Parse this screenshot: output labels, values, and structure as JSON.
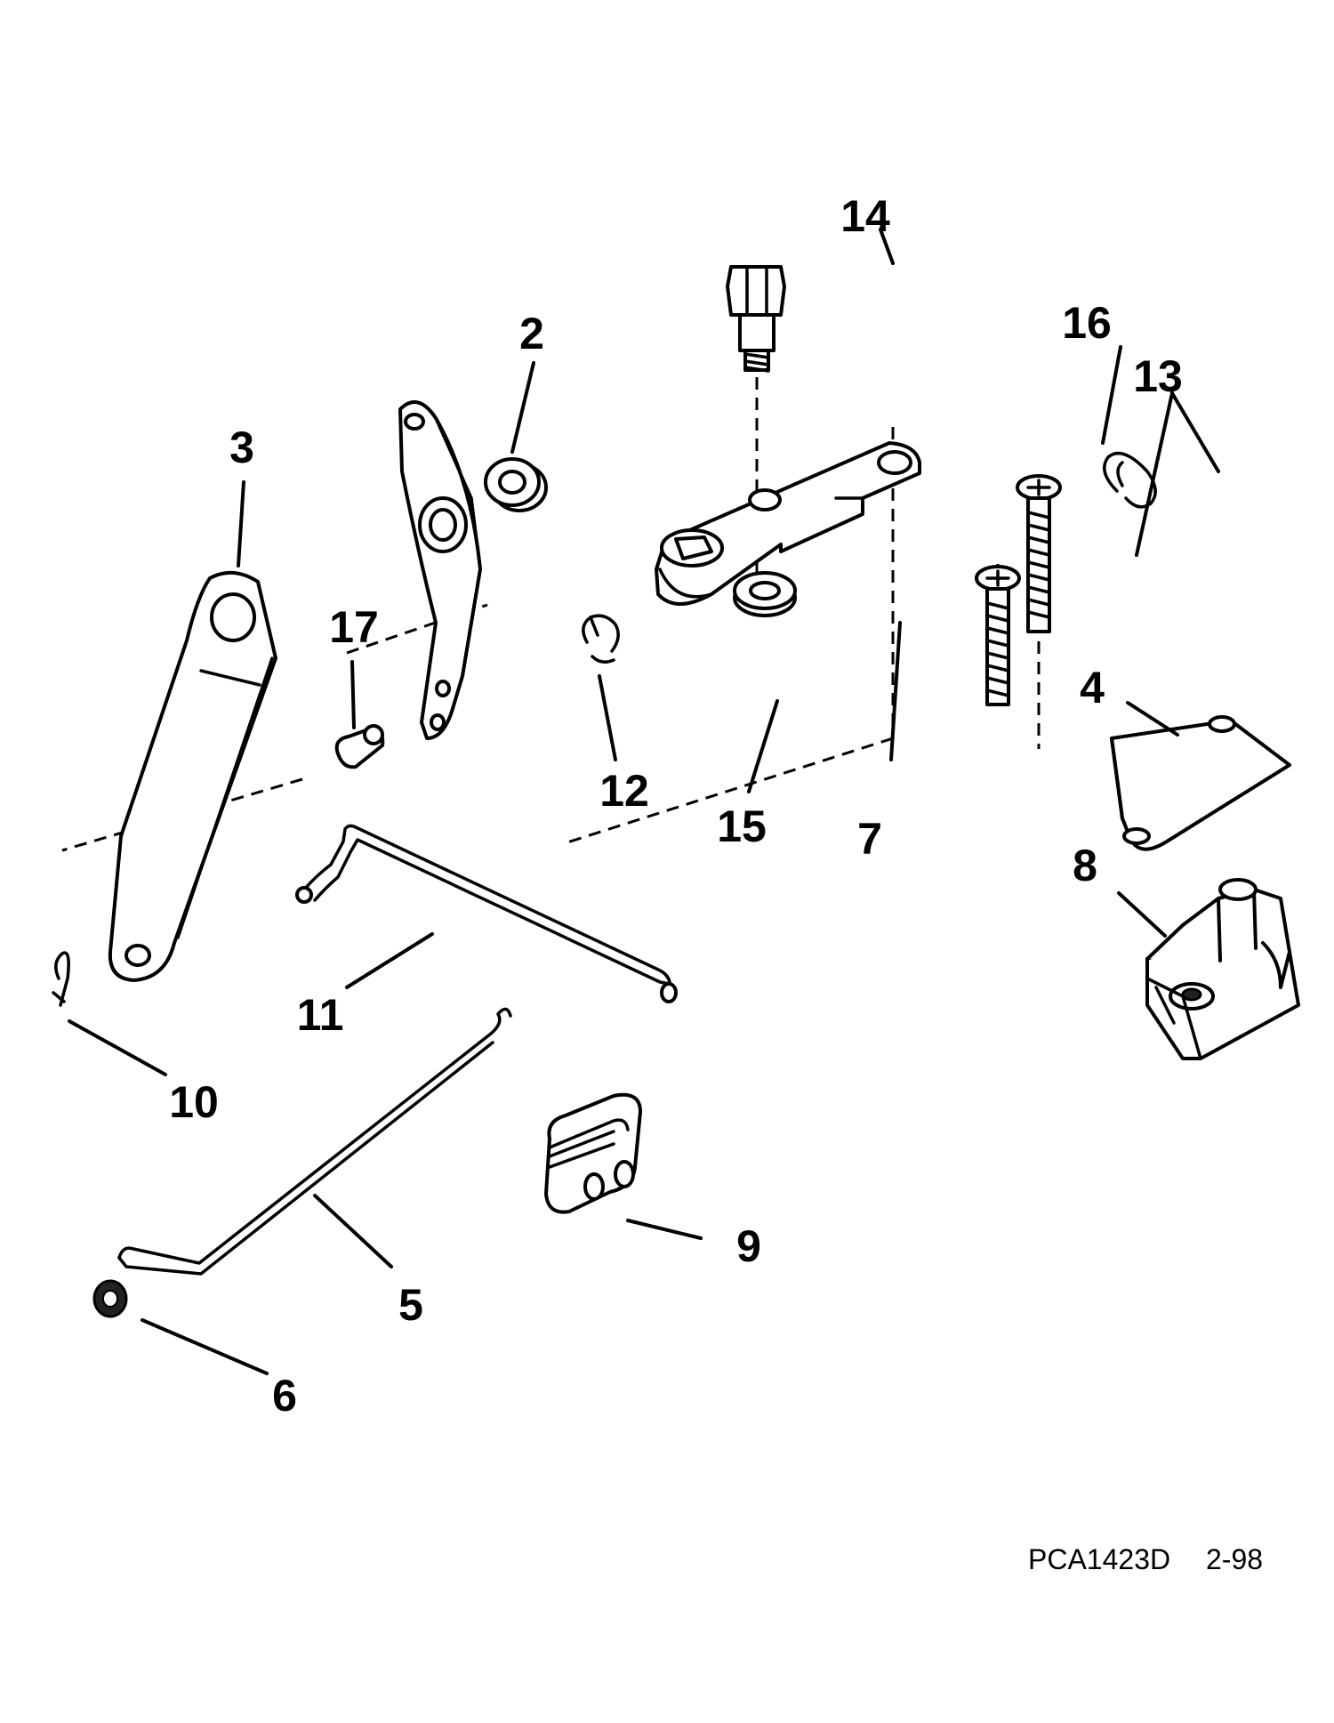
{
  "diagram": {
    "callouts": {
      "c1": "14",
      "c2": "2",
      "c3": "16",
      "c4": "13",
      "c5": "3",
      "c6": "17",
      "c7": "12",
      "c8": "4",
      "c9": "15",
      "c10": "7",
      "c11": "8",
      "c12": "11",
      "c13": "10",
      "c14": "9",
      "c15": "5",
      "c16": "6"
    },
    "drawing_code": "PCA1423D",
    "date_code": "2-98"
  }
}
